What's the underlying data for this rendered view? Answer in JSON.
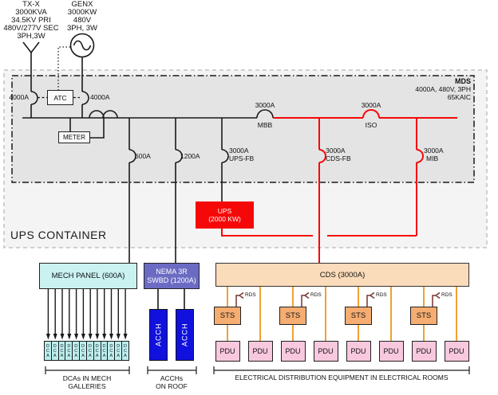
{
  "sources": {
    "transformer": {
      "lines": [
        "TX-X",
        "3000KVA",
        "34.5KV PRI",
        "480V/277V SEC",
        "3PH,3W"
      ]
    },
    "generator": {
      "lines": [
        "GENX",
        "3000KW",
        "480V",
        "3PH, 3W"
      ]
    }
  },
  "mds": {
    "name": "MDS",
    "rating": "4000A, 480V, 3PH",
    "aic": "65KAIC",
    "atc_label": "ATC",
    "meter_label": "METER",
    "breakers": {
      "tx_main": "4000A",
      "gen_main": "4000A",
      "mech_fb": "600A",
      "swbd_fb": "1200A",
      "ups_fb_rating": "3000A",
      "ups_fb_name": "UPS-FB",
      "mbb_rating": "3000A",
      "mbb_name": "MBB",
      "cds_fb_rating": "3000A",
      "cds_fb_name": "CDS-FB",
      "iso_rating": "3000A",
      "iso_name": "ISO",
      "mib_rating": "3000A",
      "mib_name": "MIB"
    }
  },
  "container": {
    "label": "UPS CONTAINER"
  },
  "ups": {
    "line1": "UPS",
    "line2": "(2000 KW)"
  },
  "panels": {
    "mech": "MECH PANEL (600A)",
    "nema_line1": "NEMA 3R",
    "nema_line2": "SWBD (1200A)",
    "cds": "CDS (3000A)",
    "acch": "ACCH",
    "sts": "STS",
    "pdu": "PDU",
    "dca": "DCA",
    "rds": "RDS"
  },
  "captions": {
    "dca_line1": "DCAs IN MECH",
    "dca_line2": "GALLERIES",
    "acch_line1": "ACCHs",
    "acch_line2": "ON ROOF",
    "pdu_row": "ELECTRICAL DISTRIBUTION EQUIPMENT IN ELECTRICAL ROOMS"
  },
  "colors": {
    "energized_path_red": "#f70808",
    "ups_box_red": "#f70808",
    "orange_feeders": "#f0a133",
    "rds_maroon": "#7a3333",
    "mech_dca_cyan": "#c9f2f1",
    "nema_slate": "#6b6bc4",
    "acch_blue": "#1111dd",
    "cds_peach": "#fbdcba",
    "sts_orange": "#f5ad72",
    "pdu_pink": "#f8c8df",
    "container_gray": "#f4f4f4",
    "mds_gray": "#e4e4e4"
  }
}
